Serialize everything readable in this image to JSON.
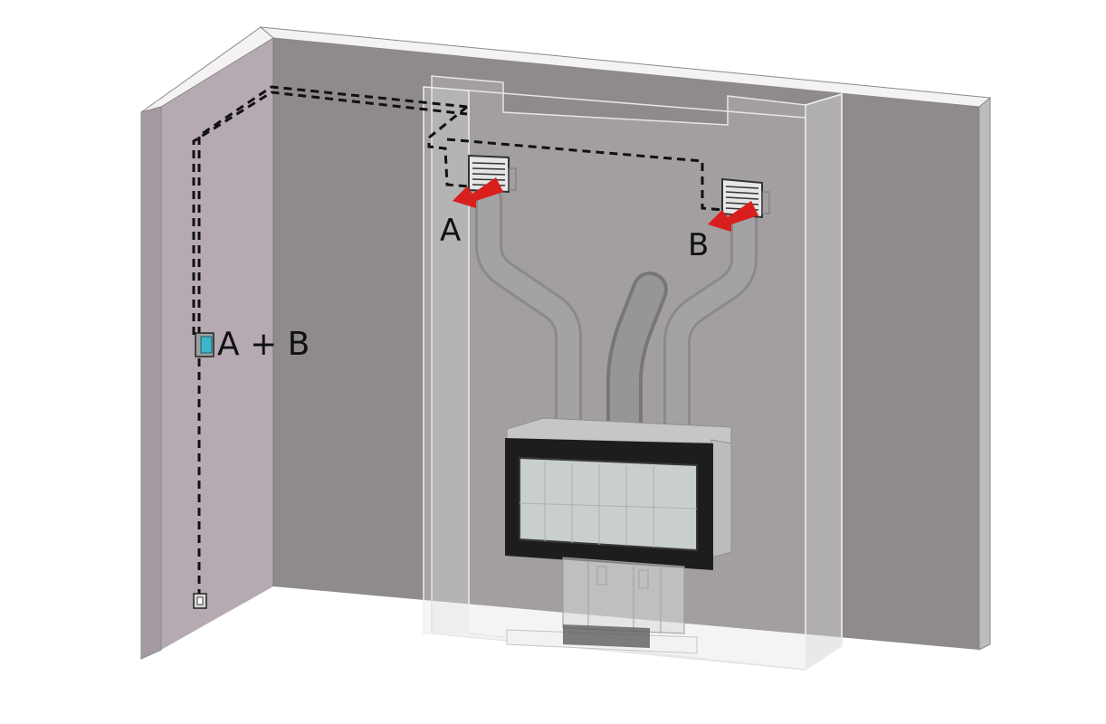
{
  "labels": {
    "outlet_a": "A",
    "outlet_b": "B",
    "controller": "A + B"
  },
  "colors": {
    "back_wall": "#8f8a8b",
    "side_wall_lit": "#b6aab2",
    "side_wall_shade": "#a59aa1",
    "wall_top": "#f4f2f2",
    "enclosure_glass": "#dcdcdc",
    "duct": "#9b9b9b",
    "duct_dark": "#7e7e7e",
    "firebox_frame": "#1d1d1d",
    "firebox_glass": "#c9cfcf",
    "airflow_arrow": "#d91e1e",
    "wiring": "#111111",
    "controller_screen": "#3fb6c8"
  },
  "icons": {
    "controller": "thermostat-controller-icon",
    "grille": "vent-grille-icon",
    "socket": "wall-socket-icon",
    "airflow": "airflow-arrow-icon"
  }
}
